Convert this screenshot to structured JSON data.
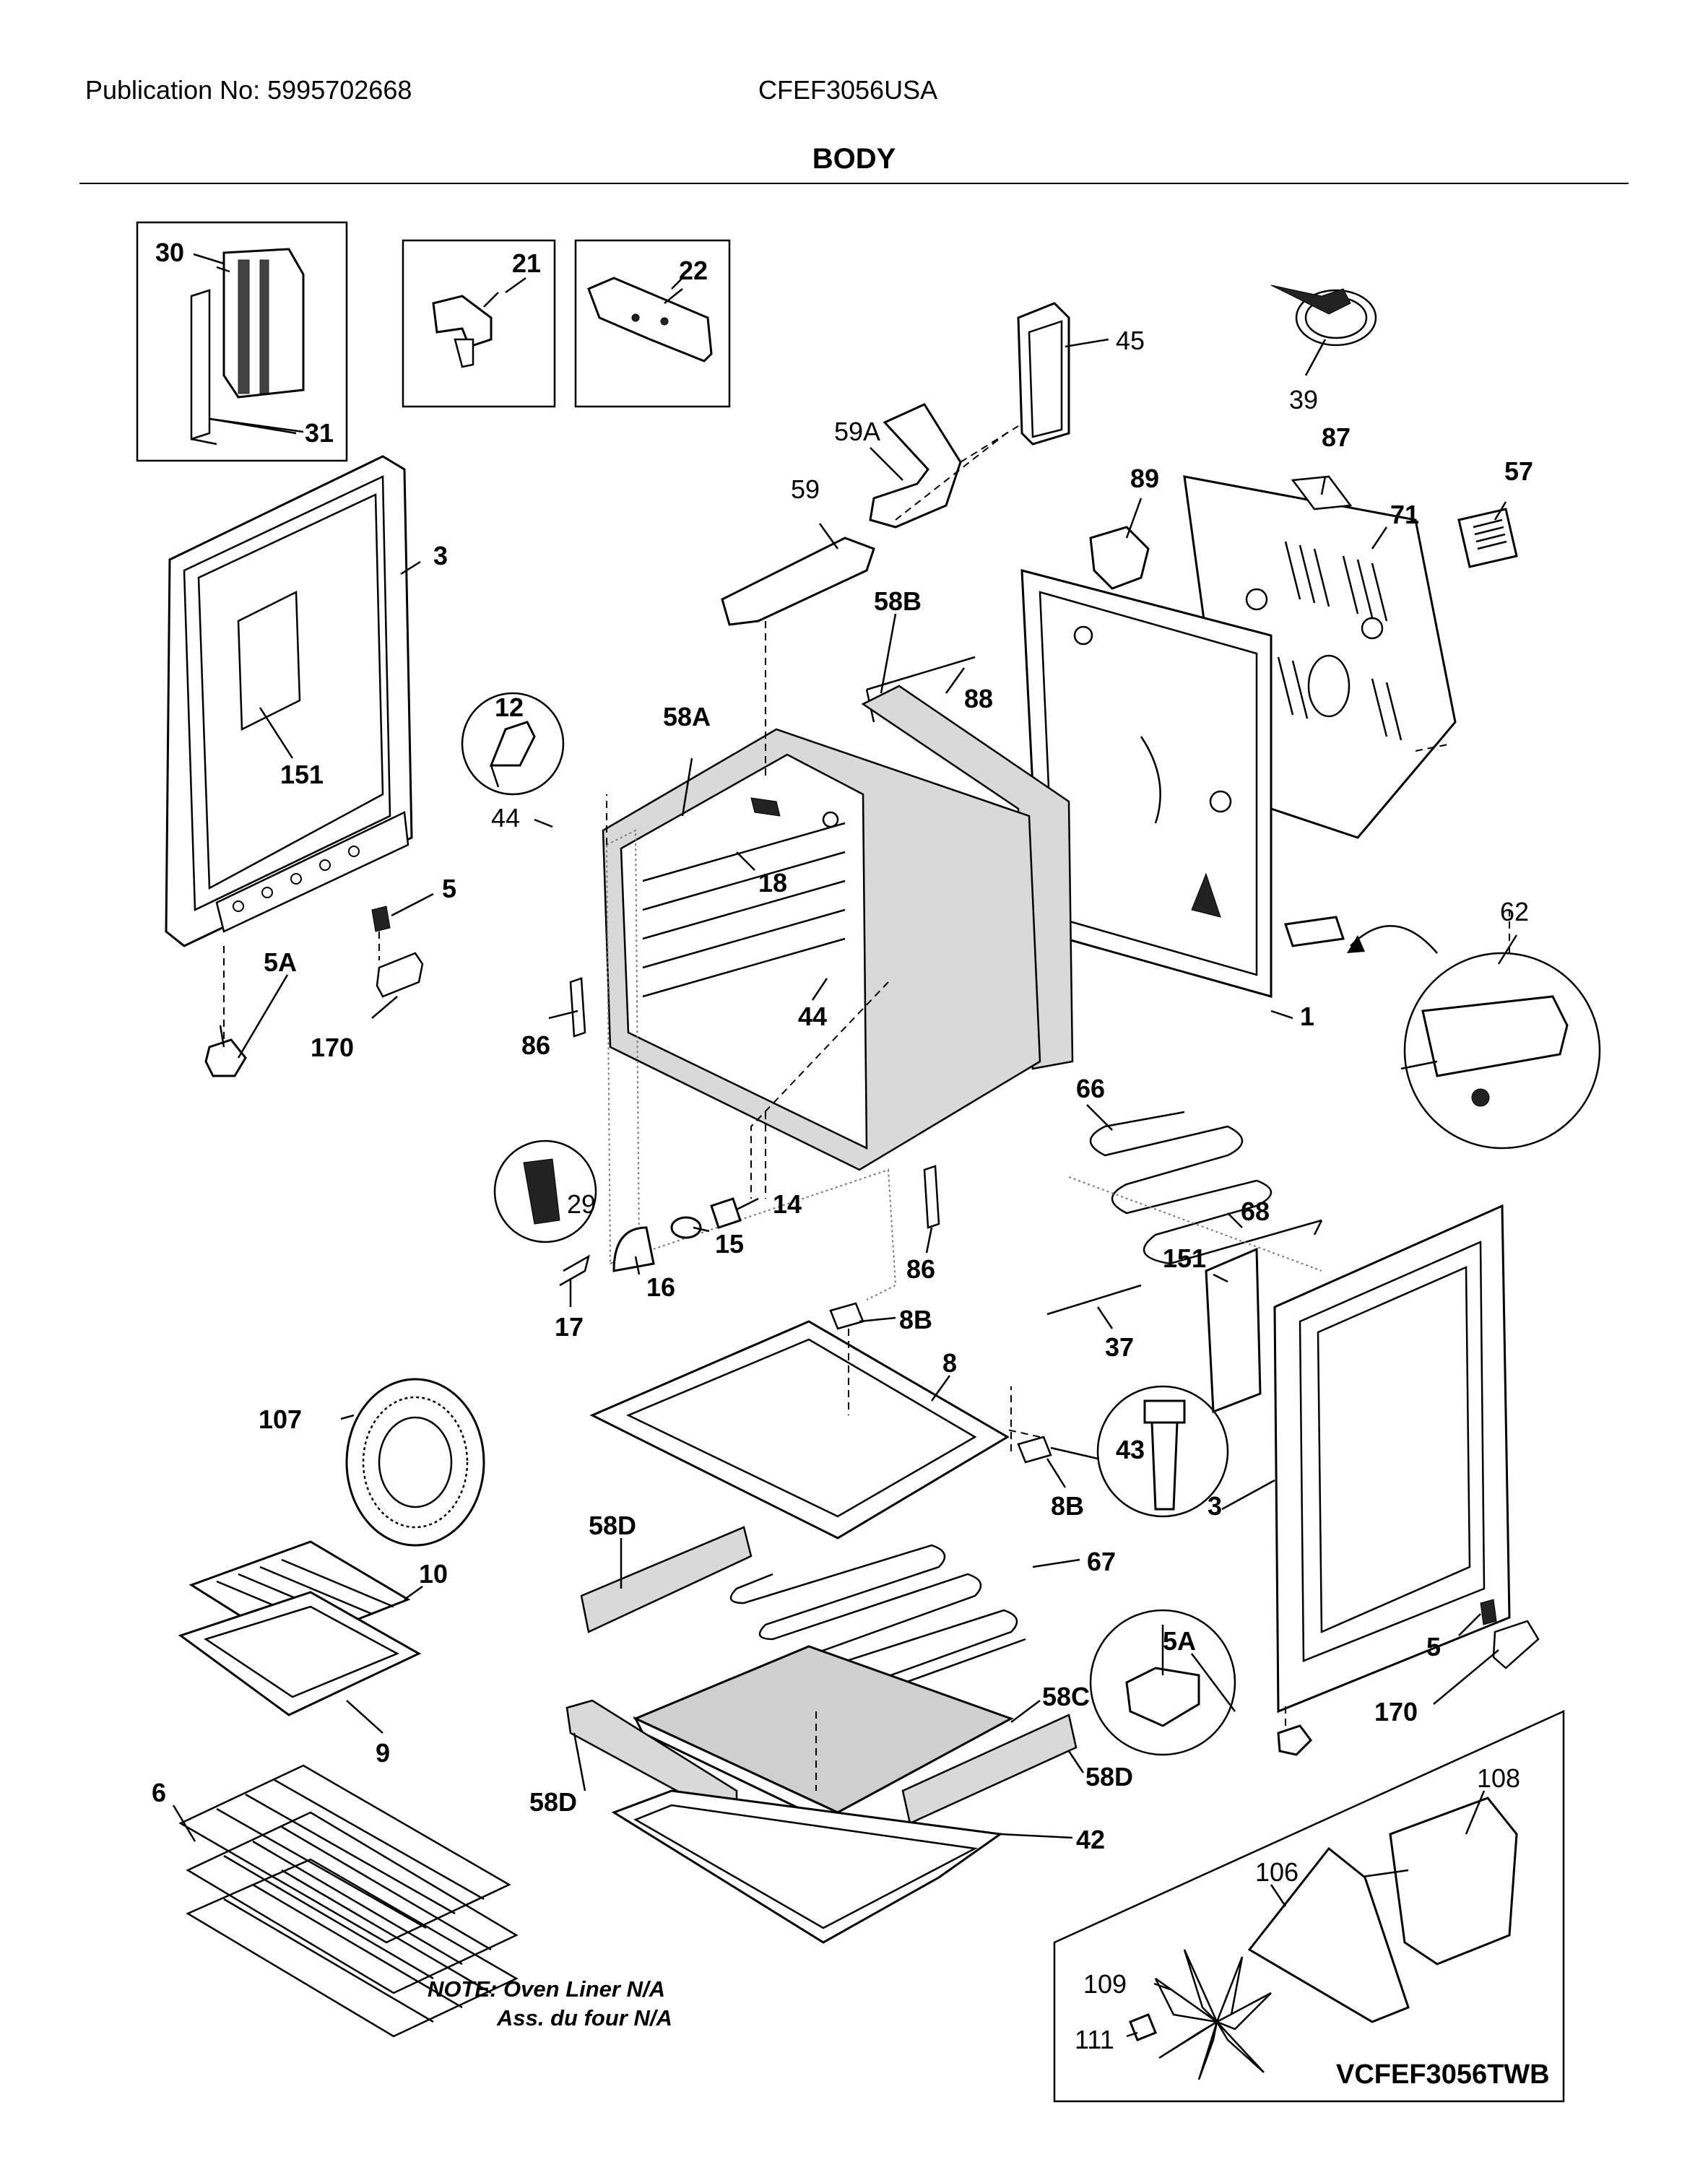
{
  "header": {
    "publication": "Publication No: 5995702668",
    "model": "CFEF3056USA",
    "section_title": "BODY"
  },
  "note": {
    "line1": "NOTE: Oven Liner N/A",
    "line2": "Ass. du four N/A"
  },
  "variant_model": "VCFEF3056TWB",
  "callouts": {
    "c30": "30",
    "c31": "31",
    "c21": "21",
    "c22": "22",
    "c45": "45",
    "c39": "39",
    "c59A": "59A",
    "c59": "59",
    "c87": "87",
    "c57": "57",
    "c89": "89",
    "c71": "71",
    "c3a": "3",
    "c151a": "151",
    "c12": "12",
    "c44a": "44",
    "c58A": "58A",
    "c58B": "58B",
    "c88": "88",
    "c18": "18",
    "c5a": "5",
    "c5Aa": "5A",
    "c170a": "170",
    "c86a": "86",
    "c44b": "44",
    "c62": "62",
    "c1": "1",
    "c66": "66",
    "c29": "29",
    "c14": "14",
    "c15": "15",
    "c16": "16",
    "c17": "17",
    "c86b": "86",
    "c68": "68",
    "c151b": "151",
    "c37": "37",
    "c8B1": "8B",
    "c8": "8",
    "c107": "107",
    "c43": "43",
    "c8B2": "8B",
    "c3b": "3",
    "c58Da": "58D",
    "c67": "67",
    "c10": "10",
    "c9": "9",
    "c5Ab": "5A",
    "c5b": "5",
    "c170b": "170",
    "c58C": "58C",
    "c58Db": "58D",
    "c58Dc": "58D",
    "c6": "6",
    "c42": "42",
    "c108": "108",
    "c106": "106",
    "c109": "109",
    "c111": "111"
  }
}
